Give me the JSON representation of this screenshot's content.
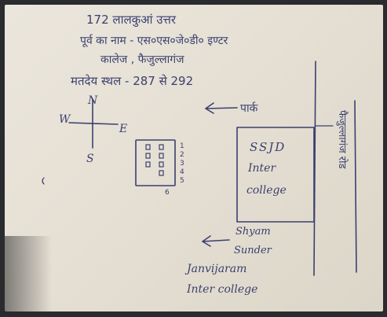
{
  "header": {
    "line1": "172 लालकुआं उत्तर",
    "line2": "पूर्व का नाम - एस०एस०जे०डी० इण्टर",
    "line3": "कालेज , फैजुल्लागंज",
    "line4": "मतदेय स्थल - 287 से 292"
  },
  "compass": {
    "north": "N",
    "south": "S",
    "east": "E",
    "west": "W"
  },
  "arrows": {
    "top_label": "पार्क"
  },
  "building": {
    "line1": "SSJD",
    "line2": "Inter",
    "line3": "college"
  },
  "booths": {
    "numbers": [
      "1",
      "2",
      "3",
      "4",
      "5",
      "6"
    ]
  },
  "road": {
    "label": "फैजुल्लागंज रोड"
  },
  "other_school": {
    "line1": "Shyam",
    "line2": "Sunder",
    "line3": "Janvijaram",
    "line4": "Inter college"
  },
  "colors": {
    "ink": "#3b3f6e",
    "paper": "#e8e3d8"
  }
}
